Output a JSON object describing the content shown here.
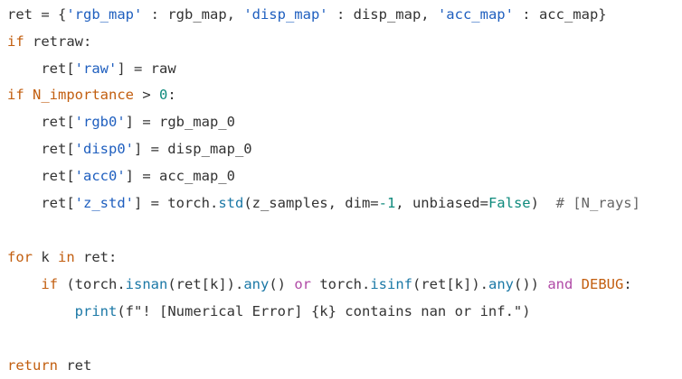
{
  "code": {
    "lines": [
      {
        "tokens": [
          {
            "text": "ret",
            "kind": "pl"
          },
          {
            "text": " = {",
            "kind": "pl"
          },
          {
            "text": "'rgb_map'",
            "kind": "str"
          },
          {
            "text": " : rgb_map, ",
            "kind": "pl"
          },
          {
            "text": "'disp_map'",
            "kind": "str"
          },
          {
            "text": " : disp_map, ",
            "kind": "pl"
          },
          {
            "text": "'acc_map'",
            "kind": "str"
          },
          {
            "text": " : acc_map}",
            "kind": "pl"
          }
        ]
      },
      {
        "tokens": [
          {
            "text": "if",
            "kind": "kw"
          },
          {
            "text": " retraw:",
            "kind": "pl"
          }
        ]
      },
      {
        "tokens": [
          {
            "text": "    ret[",
            "kind": "pl"
          },
          {
            "text": "'raw'",
            "kind": "str"
          },
          {
            "text": "] = raw",
            "kind": "pl"
          }
        ]
      },
      {
        "tokens": [
          {
            "text": "if",
            "kind": "kw"
          },
          {
            "text": " ",
            "kind": "pl"
          },
          {
            "text": "N_importance",
            "kind": "kw"
          },
          {
            "text": " > ",
            "kind": "pl"
          },
          {
            "text": "0",
            "kind": "num"
          },
          {
            "text": ":",
            "kind": "pl"
          }
        ]
      },
      {
        "tokens": [
          {
            "text": "    ret[",
            "kind": "pl"
          },
          {
            "text": "'rgb0'",
            "kind": "str"
          },
          {
            "text": "] = rgb_map_0",
            "kind": "pl"
          }
        ]
      },
      {
        "tokens": [
          {
            "text": "    ret[",
            "kind": "pl"
          },
          {
            "text": "'disp0'",
            "kind": "str"
          },
          {
            "text": "] = disp_map_0",
            "kind": "pl"
          }
        ]
      },
      {
        "tokens": [
          {
            "text": "    ret[",
            "kind": "pl"
          },
          {
            "text": "'acc0'",
            "kind": "str"
          },
          {
            "text": "] = acc_map_0",
            "kind": "pl"
          }
        ]
      },
      {
        "tokens": [
          {
            "text": "    ret[",
            "kind": "pl"
          },
          {
            "text": "'z_std'",
            "kind": "str"
          },
          {
            "text": "] = torch.",
            "kind": "pl"
          },
          {
            "text": "std",
            "kind": "fn"
          },
          {
            "text": "(z_samples, dim=",
            "kind": "pl"
          },
          {
            "text": "-1",
            "kind": "num"
          },
          {
            "text": ", unbiased=",
            "kind": "pl"
          },
          {
            "text": "False",
            "kind": "num"
          },
          {
            "text": ")  ",
            "kind": "pl"
          },
          {
            "text": "# [N_rays]",
            "kind": "cm"
          }
        ]
      },
      {
        "tokens": []
      },
      {
        "tokens": [
          {
            "text": "for",
            "kind": "kw"
          },
          {
            "text": " k ",
            "kind": "pl"
          },
          {
            "text": "in",
            "kind": "kw"
          },
          {
            "text": " ret:",
            "kind": "pl"
          }
        ]
      },
      {
        "tokens": [
          {
            "text": "    ",
            "kind": "pl"
          },
          {
            "text": "if",
            "kind": "kw"
          },
          {
            "text": " (torch.",
            "kind": "pl"
          },
          {
            "text": "isnan",
            "kind": "fn"
          },
          {
            "text": "(ret[k]).",
            "kind": "pl"
          },
          {
            "text": "any",
            "kind": "fn"
          },
          {
            "text": "() ",
            "kind": "pl"
          },
          {
            "text": "or",
            "kind": "op"
          },
          {
            "text": " torch.",
            "kind": "pl"
          },
          {
            "text": "isinf",
            "kind": "fn"
          },
          {
            "text": "(ret[k]).",
            "kind": "pl"
          },
          {
            "text": "any",
            "kind": "fn"
          },
          {
            "text": "()) ",
            "kind": "pl"
          },
          {
            "text": "and",
            "kind": "op"
          },
          {
            "text": " ",
            "kind": "pl"
          },
          {
            "text": "DEBUG",
            "kind": "kw"
          },
          {
            "text": ":",
            "kind": "pl"
          }
        ]
      },
      {
        "tokens": [
          {
            "text": "        ",
            "kind": "pl"
          },
          {
            "text": "print",
            "kind": "fn"
          },
          {
            "text": "(f\"! [Numerical Error] {k} contains nan or inf.\")",
            "kind": "pl"
          }
        ]
      },
      {
        "tokens": []
      },
      {
        "tokens": [
          {
            "text": "return",
            "kind": "kw"
          },
          {
            "text": " ret",
            "kind": "pl"
          }
        ]
      }
    ]
  }
}
